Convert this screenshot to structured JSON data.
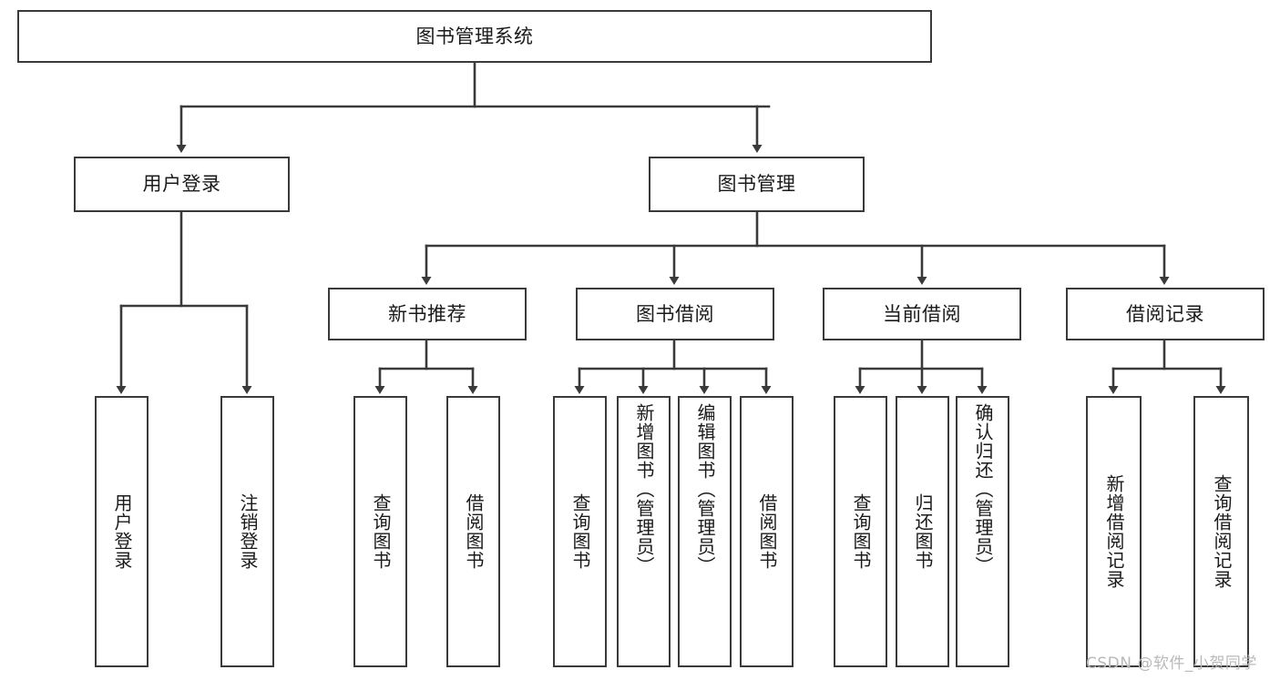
{
  "diagram": {
    "title": "图书管理系统",
    "type": "tree",
    "orientation": "top-down",
    "stroke_color": "#3a3a3a",
    "background_color": "#ffffff",
    "text_color": "#1a1a1a"
  },
  "nodes": {
    "root": {
      "label": "图书管理系统"
    },
    "level1": [
      {
        "id": "user-login",
        "label": "用户登录"
      },
      {
        "id": "book-manage",
        "label": "图书管理"
      }
    ],
    "level2": [
      {
        "id": "new-book-recommend",
        "label": "新书推荐"
      },
      {
        "id": "book-borrow",
        "label": "图书借阅"
      },
      {
        "id": "current-borrow",
        "label": "当前借阅"
      },
      {
        "id": "borrow-record",
        "label": "借阅记录"
      }
    ],
    "leaves": {
      "user_login": [
        {
          "id": "leaf-user-login",
          "label": "用户登录"
        },
        {
          "id": "leaf-logout",
          "label": "注销登录"
        }
      ],
      "new_book_recommend": [
        {
          "id": "leaf-query-book-1",
          "label": "查询图书"
        },
        {
          "id": "leaf-borrow-book-1",
          "label": "借阅图书"
        }
      ],
      "book_borrow": [
        {
          "id": "leaf-query-book-2",
          "label": "查询图书"
        },
        {
          "id": "leaf-add-book",
          "label": "新增图书（管理员）"
        },
        {
          "id": "leaf-edit-book",
          "label": "编辑图书（管理员）"
        },
        {
          "id": "leaf-borrow-book-2",
          "label": "借阅图书"
        }
      ],
      "current_borrow": [
        {
          "id": "leaf-query-book-3",
          "label": "查询图书"
        },
        {
          "id": "leaf-return-book",
          "label": "归还图书"
        },
        {
          "id": "leaf-confirm-return",
          "label": "确认归还（管理员）"
        }
      ],
      "borrow_record": [
        {
          "id": "leaf-add-record",
          "label": "新增借阅记录"
        },
        {
          "id": "leaf-query-record",
          "label": "查询借阅记录"
        }
      ]
    }
  },
  "watermark": {
    "text": "CSDN @软件_小贺同学"
  }
}
